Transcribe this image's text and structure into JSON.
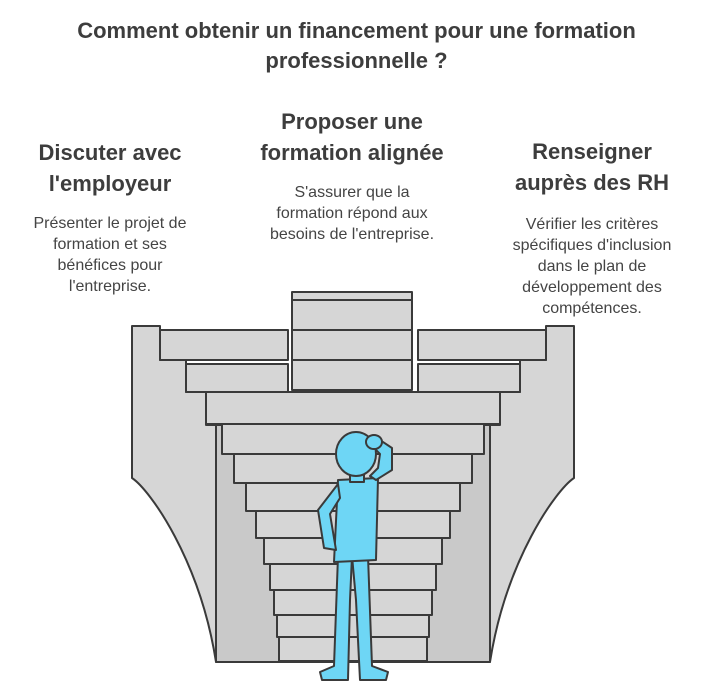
{
  "title": {
    "line1": "Comment obtenir un financement pour une formation",
    "line2": "professionnelle ?"
  },
  "columns": {
    "left": {
      "heading_line1": "Discuter avec",
      "heading_line2": "l'employeur",
      "desc_lines": [
        "Présenter le projet de",
        "formation et ses",
        "bénéfices pour",
        "l'entreprise."
      ]
    },
    "middle": {
      "heading_line1": "Proposer une",
      "heading_line2": "formation alignée",
      "desc_lines": [
        "S'assurer que la",
        "formation répond aux",
        "besoins de l'entreprise."
      ]
    },
    "right": {
      "heading_line1": "Renseigner",
      "heading_line2": "auprès des RH",
      "desc_lines": [
        "Vérifier les critères",
        "spécifiques d'inclusion",
        "dans le plan de",
        "développement des",
        "compétences."
      ]
    }
  },
  "colors": {
    "stone_fill": "#d6d6d6",
    "stone_stroke": "#3a3a3a",
    "figure_fill": "#6ed6f5"
  }
}
